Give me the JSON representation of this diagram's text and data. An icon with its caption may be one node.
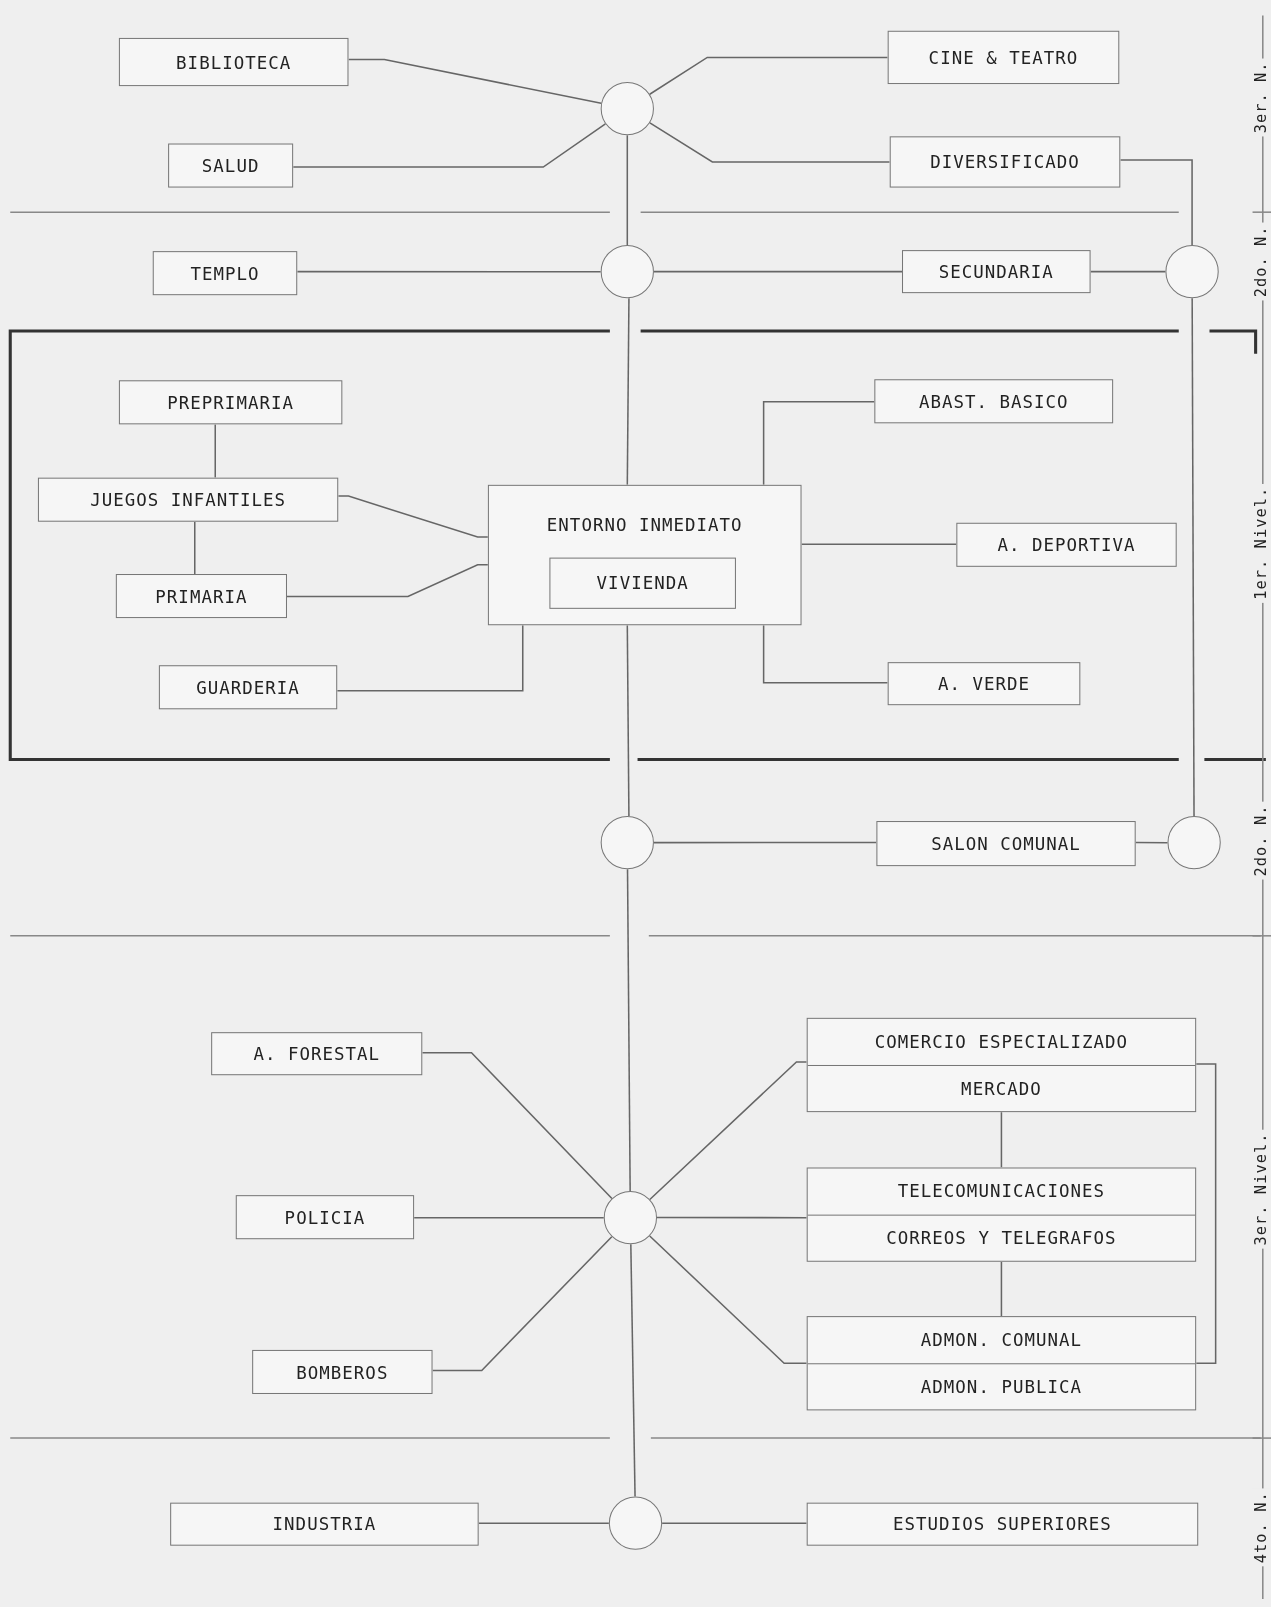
{
  "diagram": {
    "nodes": [
      {
        "text": [
          "BIBLIOTECA"
        ]
      },
      {
        "text": [
          "CINE & TEATRO"
        ]
      },
      {
        "text": [],
        "shape": "circle"
      },
      {
        "text": [
          "SALUD"
        ]
      },
      {
        "text": [
          "DIVERSIFICADO"
        ]
      },
      {
        "text": [
          "TEMPLO"
        ]
      },
      {
        "text": [],
        "shape": "circle"
      },
      {
        "text": [
          "SECUNDARIA"
        ]
      },
      {
        "text": [],
        "shape": "circle"
      },
      {
        "text": [
          "PREPRIMARIA"
        ]
      },
      {
        "text": [
          "ABAST. BASICO"
        ]
      },
      {
        "text": [
          "JUEGOS INFANTILES"
        ]
      },
      {
        "text": [
          "ENTORNO INMEDIATO"
        ]
      },
      {
        "text": [
          "VIVIENDA"
        ],
        "in": 12
      },
      {
        "text": [
          "A. DEPORTIVA"
        ]
      },
      {
        "text": [
          "PRIMARIA"
        ]
      },
      {
        "text": [
          "GUARDERIA"
        ]
      },
      {
        "text": [
          "A. VERDE"
        ]
      },
      {
        "text": [],
        "shape": "circle"
      },
      {
        "text": [
          "SALON COMUNAL"
        ]
      },
      {
        "text": [],
        "shape": "circle"
      },
      {
        "text": [
          "COMERCIO ESPECIALIZADO",
          "MERCADO"
        ]
      },
      {
        "text": [
          "A. FORESTAL"
        ]
      },
      {
        "text": [
          "TELECOMUNICACIONES",
          "CORREOS Y TELEGRAFOS"
        ]
      },
      {
        "text": [
          "POLICIA"
        ]
      },
      {
        "text": [],
        "shape": "circle"
      },
      {
        "text": [
          "BOMBEROS"
        ]
      },
      {
        "text": [
          "ADMON. COMUNAL",
          "ADMON. PUBLICA"
        ]
      },
      {
        "text": [
          "INDUSTRIA"
        ]
      },
      {
        "text": [],
        "shape": "circle"
      },
      {
        "text": [
          "ESTUDIOS SUPERIORES"
        ]
      }
    ],
    "edges": [
      {
        "from": 0,
        "to": 2,
        "arrow": "none"
      },
      {
        "from": 1,
        "to": 2,
        "arrow": "none"
      },
      {
        "from": 3,
        "to": 2,
        "arrow": "none"
      },
      {
        "from": 4,
        "to": 2,
        "arrow": "none"
      },
      {
        "from": 2,
        "to": 6,
        "arrow": "none"
      },
      {
        "from": 5,
        "to": 6,
        "arrow": "none"
      },
      {
        "from": 6,
        "to": 7,
        "arrow": "none"
      },
      {
        "from": 7,
        "to": 8,
        "arrow": "none"
      },
      {
        "from": 4,
        "to": 8,
        "arrow": "none"
      },
      {
        "from": 6,
        "to": 12,
        "arrow": "none"
      },
      {
        "from": 9,
        "to": 11,
        "arrow": "none"
      },
      {
        "from": 11,
        "to": 15,
        "arrow": "none"
      },
      {
        "from": 11,
        "to": 12,
        "arrow": "none"
      },
      {
        "from": 15,
        "to": 12,
        "arrow": "none"
      },
      {
        "from": 16,
        "to": 12,
        "arrow": "none"
      },
      {
        "from": 12,
        "to": 10,
        "arrow": "none"
      },
      {
        "from": 12,
        "to": 14,
        "arrow": "none"
      },
      {
        "from": 12,
        "to": 17,
        "arrow": "none"
      },
      {
        "from": 8,
        "to": 20,
        "arrow": "none"
      },
      {
        "from": 12,
        "to": 18,
        "arrow": "none"
      },
      {
        "from": 18,
        "to": 19,
        "arrow": "none"
      },
      {
        "from": 19,
        "to": 20,
        "arrow": "none"
      },
      {
        "from": 18,
        "to": 25,
        "arrow": "none"
      },
      {
        "from": 22,
        "to": 25,
        "arrow": "none"
      },
      {
        "from": 24,
        "to": 25,
        "arrow": "none"
      },
      {
        "from": 26,
        "to": 25,
        "arrow": "none"
      },
      {
        "from": 25,
        "to": 21,
        "arrow": "none"
      },
      {
        "from": 25,
        "to": 23,
        "arrow": "none"
      },
      {
        "from": 25,
        "to": 27,
        "arrow": "none"
      },
      {
        "from": 21,
        "to": 23,
        "arrow": "none"
      },
      {
        "from": 23,
        "to": 27,
        "arrow": "none"
      },
      {
        "from": 21,
        "to": 27,
        "arrow": "none"
      },
      {
        "from": 25,
        "to": 29,
        "arrow": "none"
      },
      {
        "from": 28,
        "to": 29,
        "arrow": "none"
      },
      {
        "from": 29,
        "to": 30,
        "arrow": "none"
      }
    ],
    "labels": [
      "3er. N.",
      "2do. N.",
      "1er. Nivel.",
      "2do. N.",
      "3er. Nivel.",
      "4to. N."
    ]
  }
}
